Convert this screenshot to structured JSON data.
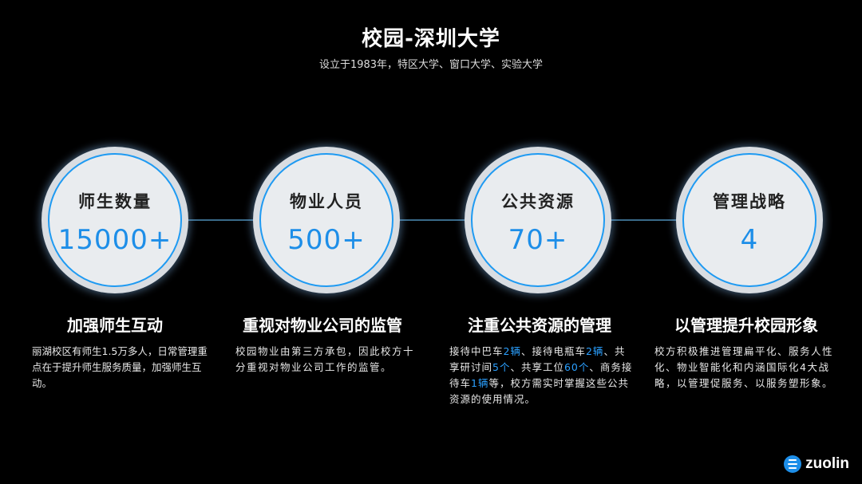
{
  "header": {
    "title": "校园-深圳大学",
    "subtitle": "设立于1983年，特区大学、窗口大学、实验大学"
  },
  "stats": [
    {
      "label": "师生数量",
      "value": "15000+"
    },
    {
      "label": "物业人员",
      "value": "500+"
    },
    {
      "label": "公共资源",
      "value": "70+"
    },
    {
      "label": "管理战略",
      "value": "4"
    }
  ],
  "columns": [
    {
      "heading": "加强师生互动",
      "text": "丽湖校区有师生1.5万多人，日常管理重点在于提升师生服务质量，加强师生互动。"
    },
    {
      "heading": "重视对物业公司的监管",
      "text": "校园物业由第三方承包，因此校方十分重视对物业公司工作的监管。"
    },
    {
      "heading": "注重公共资源的管理",
      "parts": [
        "接待中巴车",
        "2辆",
        "、接待电瓶车",
        "2辆",
        "、共享研讨间",
        "5个",
        "、共享工位",
        "60个",
        "、商务接待车",
        "1辆",
        "等，校方需实时掌握这些公共资源的使用情况。"
      ]
    },
    {
      "heading": "以管理提升校园形象",
      "text": "校方积极推进管理扁平化、服务人性化、物业智能化和内涵国际化4大战略，以管理促服务、以服务塑形象。"
    }
  ],
  "brand": {
    "name": "zuolin",
    "logo_icon": "zuolin-logo-icon"
  },
  "colors": {
    "accent": "#1d8ee8",
    "background": "#000000",
    "circle": "#e9ecef"
  }
}
